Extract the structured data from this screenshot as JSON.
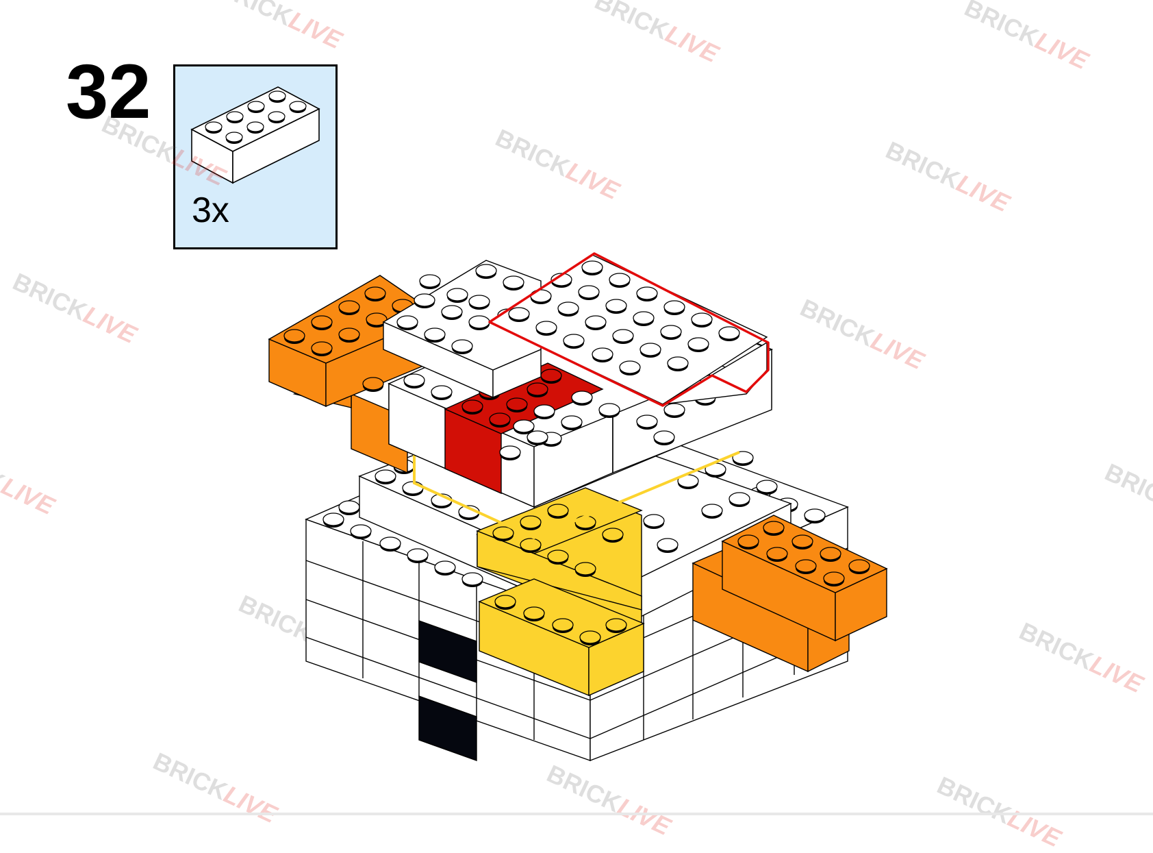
{
  "step": {
    "number": "32"
  },
  "parts": {
    "quantity": "3x",
    "piece": "white-2x4-brick-icon",
    "color": "#ffffff"
  },
  "watermark": {
    "part_a": "BRICK",
    "part_b": "LIVE"
  },
  "colors": {
    "parts_panel": "#d6ecfb",
    "white_brick": "#ffffff",
    "orange_brick": "#f98a12",
    "yellow_brick": "#fcd32e",
    "red_brick": "#d20f06",
    "black_brick": "#05070f",
    "highlight_outline": "#e30b0b"
  }
}
